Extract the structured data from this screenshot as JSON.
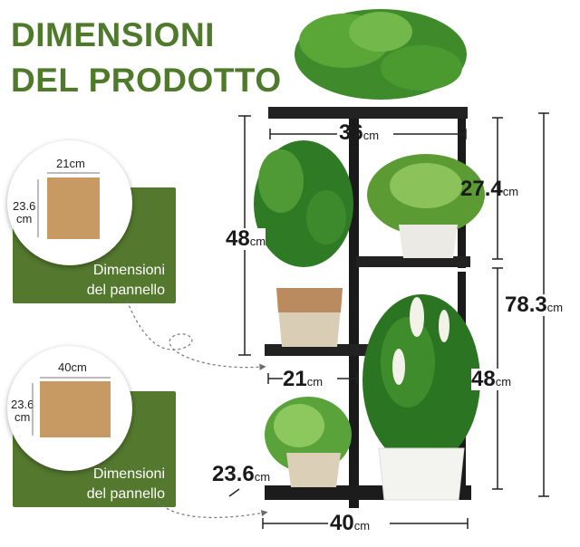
{
  "title": {
    "line1": "DIMENSIONI",
    "line2": "DEL PRODOTTO"
  },
  "panel_top": {
    "width_label": "21cm",
    "height_label": "23.6\ncm",
    "caption_line1": "Dimensioni",
    "caption_line2": "del pannello"
  },
  "panel_bottom": {
    "width_label": "40cm",
    "height_label": "23.6\ncm",
    "caption_line1": "Dimensioni",
    "caption_line2": "del pannello"
  },
  "dimensions": {
    "top_width": {
      "value": "36",
      "unit": "cm"
    },
    "upper_right_height": {
      "value": "27.4",
      "unit": "cm"
    },
    "left_height": {
      "value": "48",
      "unit": "cm"
    },
    "total_height": {
      "value": "78.3",
      "unit": "cm"
    },
    "mid_width": {
      "value": "21",
      "unit": "cm"
    },
    "lower_right_height": {
      "value": "48",
      "unit": "cm"
    },
    "base_depth": {
      "value": "23.6",
      "unit": "cm"
    },
    "base_width": {
      "value": "40",
      "unit": "cm"
    }
  },
  "colors": {
    "brand_green": "#4f7a2c",
    "panel_green": "#53782e",
    "board": "#c89a63",
    "shelf": "#1c1c1c"
  }
}
